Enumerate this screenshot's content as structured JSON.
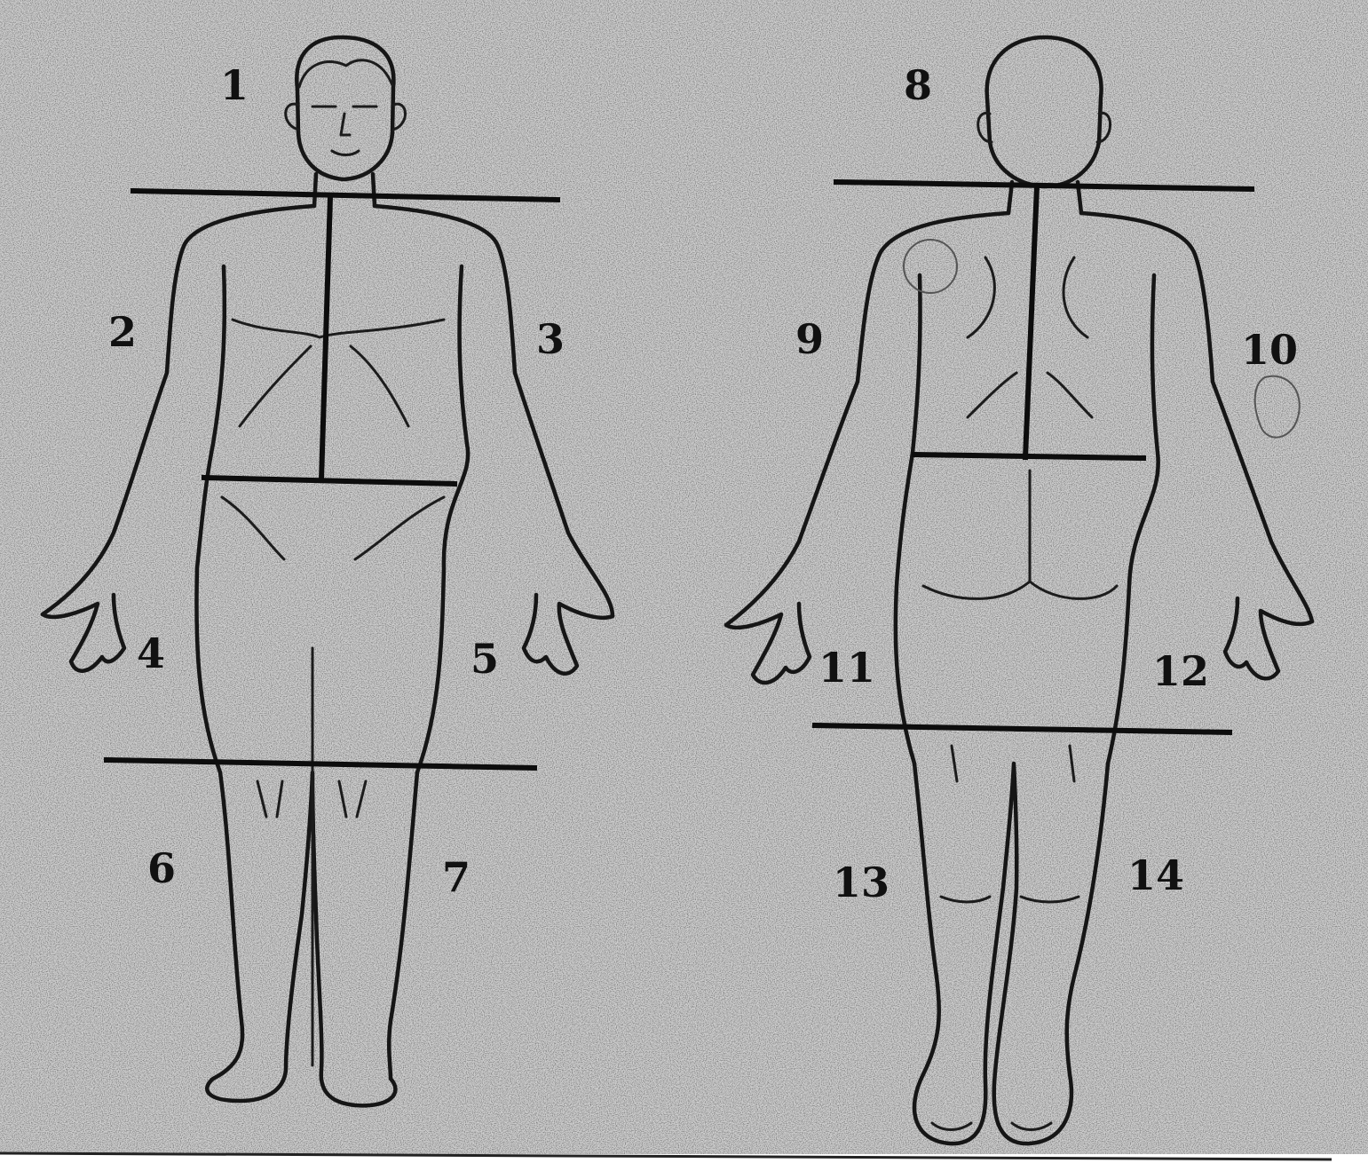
{
  "figure": {
    "colors": {
      "paper": "#c9c9c9",
      "ink": "#141414"
    },
    "front_labels": [
      "1",
      "2",
      "3",
      "4",
      "5",
      "6",
      "7"
    ],
    "back_labels": [
      "8",
      "9",
      "10",
      "11",
      "12",
      "13",
      "14"
    ]
  }
}
